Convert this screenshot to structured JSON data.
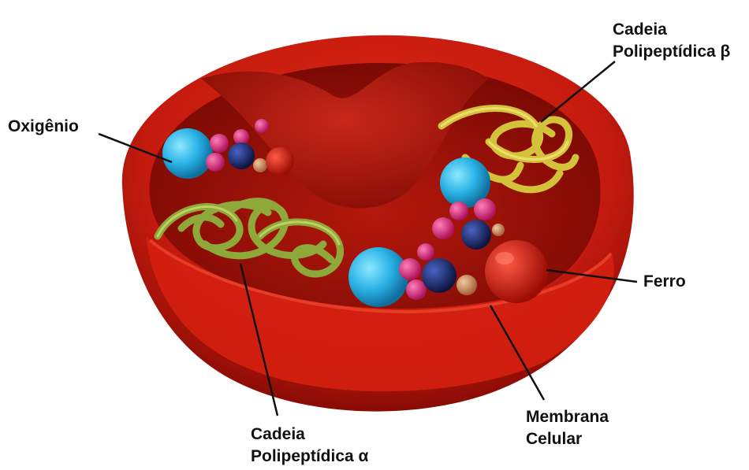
{
  "labels": {
    "oxigenio": "Oxigênio",
    "beta_line1": "Cadeia",
    "beta_line2": "Polipeptídica β",
    "ferro": "Ferro",
    "alpha_line1": "Cadeia",
    "alpha_line2": "Polipeptídica α",
    "membrana_line1": "Membrana",
    "membrana_line2": "Celular"
  },
  "colors": {
    "membrane": "#c41a0e",
    "membrane_dark": "#7a0a04",
    "oxygen": "#2bb3e6",
    "magenta": "#e0277e",
    "navy": "#1b2b6e",
    "tan": "#d39a6a",
    "alpha_chain": "#8ea83a",
    "beta_chain": "#d3c23a",
    "label_text": "#111111"
  }
}
